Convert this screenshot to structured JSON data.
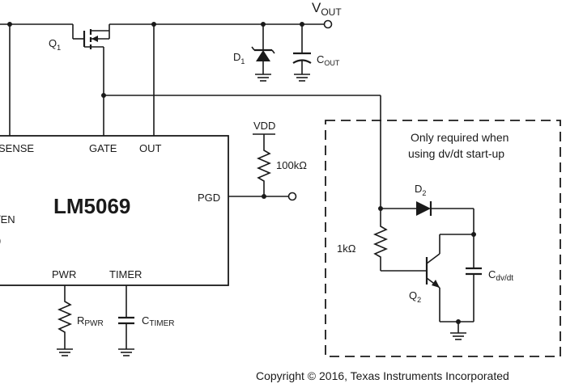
{
  "ic": {
    "name": "LM5069",
    "pins": {
      "sense": "SENSE",
      "gate": "GATE",
      "out": "OUT",
      "pgd": "PGD",
      "pwr": "PWR",
      "timer": "TIMER",
      "en_fragment": "/EN",
      "left_fragment": ")"
    }
  },
  "labels": {
    "vout_main": "V",
    "vout_sub": "OUT",
    "q1_main": "Q",
    "q1_sub": "1",
    "d1_main": "D",
    "d1_sub": "1",
    "cout_main": "C",
    "cout_sub": "OUT",
    "vdd": "VDD",
    "r_pgd": "100kΩ",
    "rpwr_main": "R",
    "rpwr_sub": "PWR",
    "ctimer_main": "C",
    "ctimer_sub": "TIMER",
    "d2_main": "D",
    "d2_sub": "2",
    "r_1k": "1kΩ",
    "q2_main": "Q",
    "q2_sub": "2",
    "cdvdt_main": "C",
    "cdvdt_sub": "dv/dt"
  },
  "note": {
    "line1": "Only required when",
    "line2": "using dv/dt start-up"
  },
  "copyright": "Copyright © 2016, Texas Instruments Incorporated"
}
